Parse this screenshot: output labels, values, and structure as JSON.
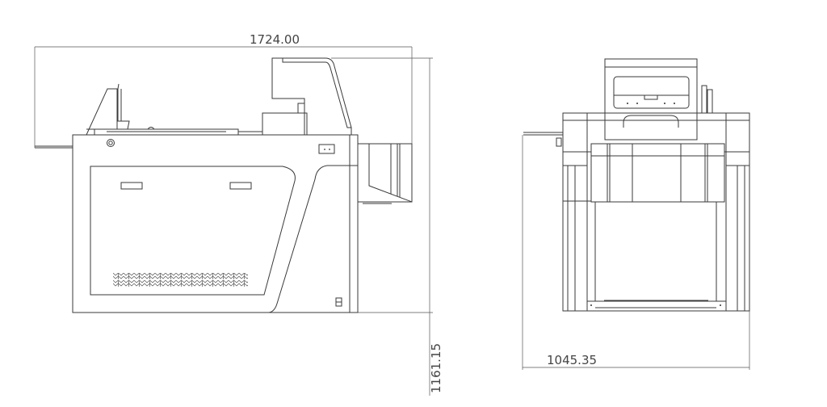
{
  "drawing": {
    "side_view": {
      "width_dimension": "1724.00",
      "height_dimension": "1161.15"
    },
    "front_view": {
      "depth_dimension": "1045.35"
    }
  },
  "colors": {
    "line": "#3a3a3a",
    "background": "#ffffff"
  }
}
